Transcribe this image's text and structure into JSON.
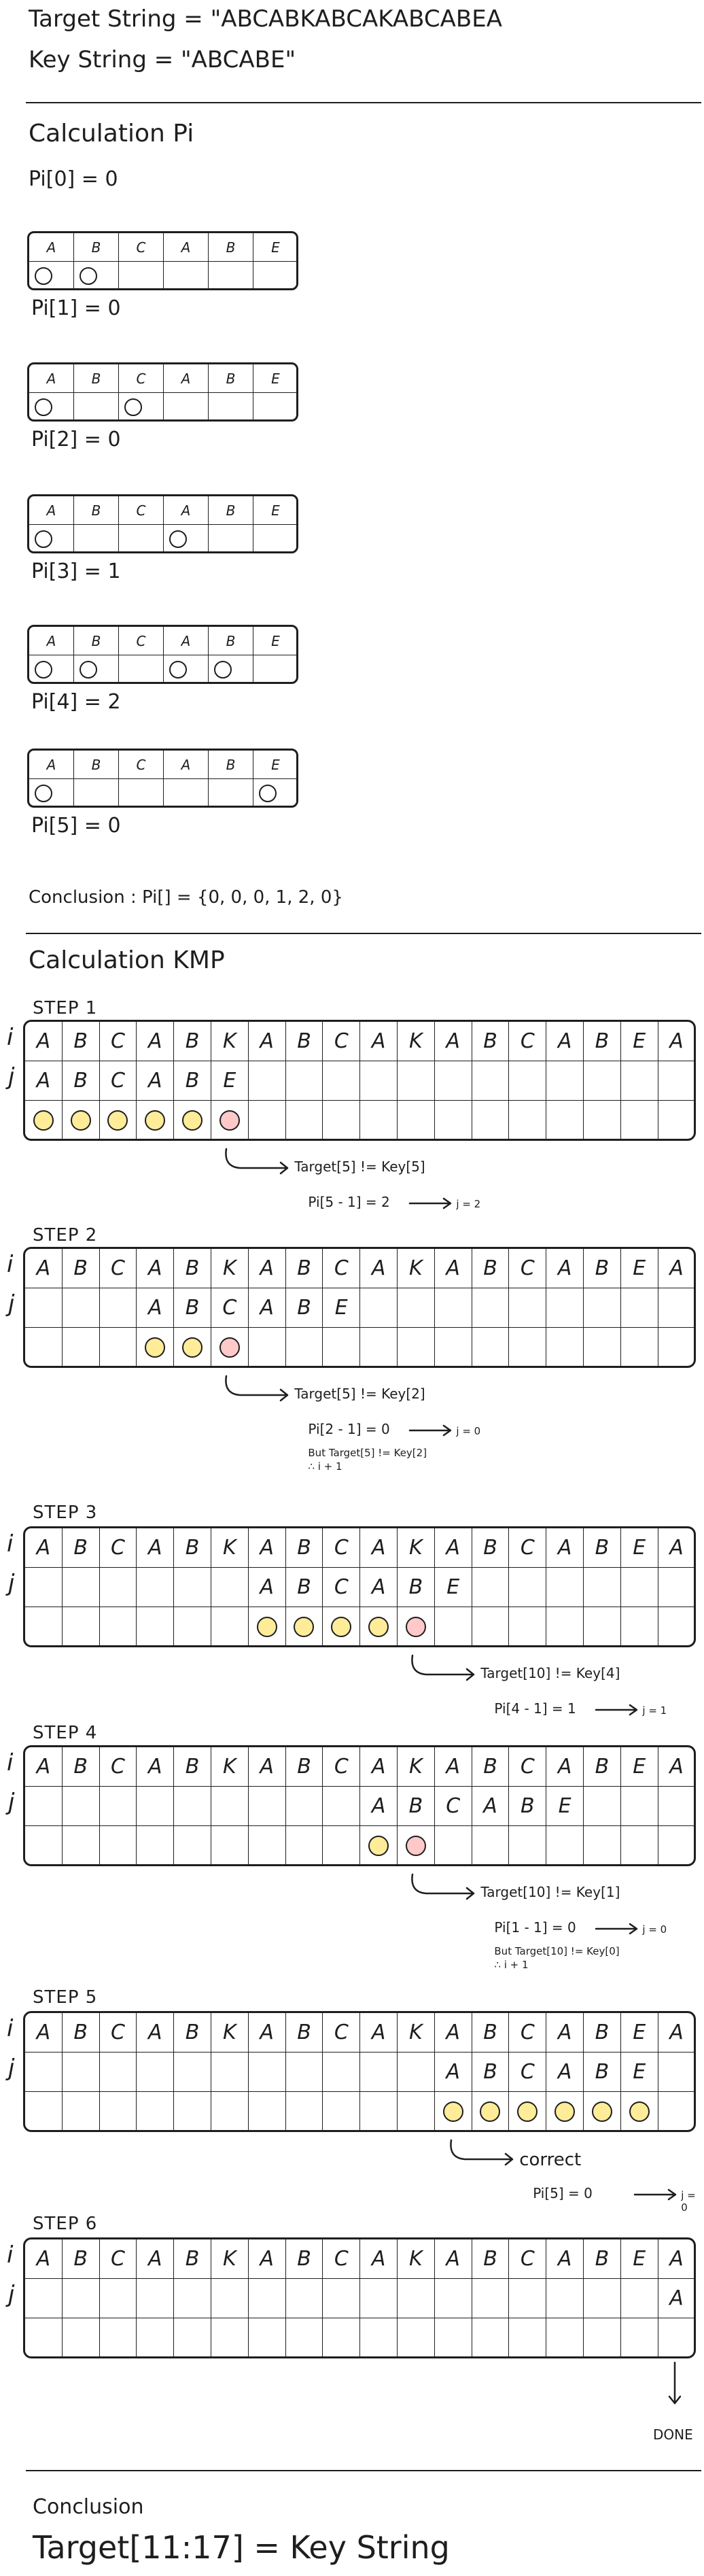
{
  "header": {
    "target_line": "Target String = \"ABCABKABCAKABCABEA",
    "key_line": "Key String = \"ABCABE\""
  },
  "pi": {
    "title": "Calculation Pi",
    "pi0": "Pi[0] = 0",
    "key_chars": [
      "A",
      "B",
      "C",
      "A",
      "B",
      "E"
    ],
    "blocks": [
      {
        "dots": [
          0,
          1
        ],
        "label": "Pi[1] = 0"
      },
      {
        "dots": [
          0,
          2
        ],
        "label": "Pi[2] = 0"
      },
      {
        "dots": [
          0,
          3
        ],
        "label": "Pi[3] = 1"
      },
      {
        "dots": [
          0,
          1,
          3,
          4
        ],
        "label": "Pi[4] = 2"
      },
      {
        "dots": [
          0,
          5
        ],
        "label": "Pi[5] = 0"
      }
    ],
    "conclusion": "Conclusion : Pi[] = {0, 0, 0, 1, 2, 0}"
  },
  "kmp": {
    "title": "Calculation KMP",
    "row_i_label": "i",
    "row_j_label": "j",
    "target_chars": [
      "A",
      "B",
      "C",
      "A",
      "B",
      "K",
      "A",
      "B",
      "C",
      "A",
      "K",
      "A",
      "B",
      "C",
      "A",
      "B",
      "E",
      "A"
    ],
    "steps": [
      {
        "label": "STEP 1",
        "offset": 0,
        "key": [
          "A",
          "B",
          "C",
          "A",
          "B",
          "E"
        ],
        "dots": [
          {
            "col": 0,
            "c": "yellow"
          },
          {
            "col": 1,
            "c": "yellow"
          },
          {
            "col": 2,
            "c": "yellow"
          },
          {
            "col": 3,
            "c": "yellow"
          },
          {
            "col": 4,
            "c": "yellow"
          },
          {
            "col": 5,
            "c": "pink"
          }
        ],
        "note1": "Target[5] != Key[5]",
        "note2a": "Pi[5 - 1] = 2",
        "note2b": "j = 2",
        "note3": "",
        "note4": ""
      },
      {
        "label": "STEP 2",
        "offset": 3,
        "key": [
          "A",
          "B",
          "C",
          "A",
          "B",
          "E"
        ],
        "dots": [
          {
            "col": 3,
            "c": "yellow"
          },
          {
            "col": 4,
            "c": "yellow"
          },
          {
            "col": 5,
            "c": "pink"
          }
        ],
        "note1": "Target[5] != Key[2]",
        "note2a": "Pi[2 - 1] = 0",
        "note2b": "j = 0",
        "note3": "But Target[5] != Key[2]",
        "note4": "∴ i + 1"
      },
      {
        "label": "STEP 3",
        "offset": 6,
        "key": [
          "A",
          "B",
          "C",
          "A",
          "B",
          "E"
        ],
        "dots": [
          {
            "col": 6,
            "c": "yellow"
          },
          {
            "col": 7,
            "c": "yellow"
          },
          {
            "col": 8,
            "c": "yellow"
          },
          {
            "col": 9,
            "c": "yellow"
          },
          {
            "col": 10,
            "c": "pink"
          }
        ],
        "note1": "Target[10] != Key[4]",
        "note2a": "Pi[4 - 1] = 1",
        "note2b": "j = 1",
        "note3": "",
        "note4": ""
      },
      {
        "label": "STEP 4",
        "offset": 9,
        "key": [
          "A",
          "B",
          "C",
          "A",
          "B",
          "E"
        ],
        "dots": [
          {
            "col": 9,
            "c": "yellow"
          },
          {
            "col": 10,
            "c": "pink"
          }
        ],
        "note1": "Target[10] != Key[1]",
        "note2a": "Pi[1 - 1] = 0",
        "note2b": "j = 0",
        "note3": "But Target[10] != Key[0]",
        "note4": "∴ i + 1"
      },
      {
        "label": "STEP 5",
        "offset": 11,
        "key": [
          "A",
          "B",
          "C",
          "A",
          "B",
          "E"
        ],
        "dots": [
          {
            "col": 11,
            "c": "yellow"
          },
          {
            "col": 12,
            "c": "yellow"
          },
          {
            "col": 13,
            "c": "yellow"
          },
          {
            "col": 14,
            "c": "yellow"
          },
          {
            "col": 15,
            "c": "yellow"
          },
          {
            "col": 16,
            "c": "yellow"
          }
        ],
        "note1": "correct",
        "note2a": "Pi[5] = 0",
        "note2b": "j = 0",
        "note3": "",
        "note4": ""
      },
      {
        "label": "STEP 6",
        "offset": 17,
        "key": [
          "A"
        ],
        "dots": [],
        "note1": "DONE",
        "note2a": "",
        "note2b": "",
        "note3": "",
        "note4": ""
      }
    ]
  },
  "conclusion": {
    "title": "Conclusion",
    "text": "Target[11:17] = Key String"
  },
  "colors": {
    "match": "#ffec99",
    "mismatch": "#ffc9c9",
    "ink": "#1e1e1e"
  }
}
